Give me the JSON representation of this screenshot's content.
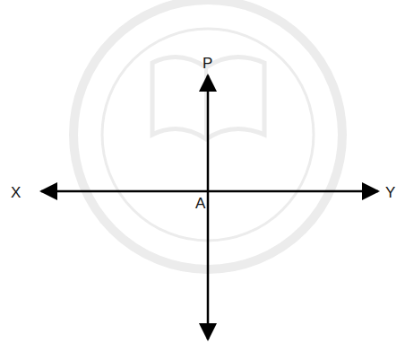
{
  "diagram": {
    "labels": [
      "P",
      "X",
      "A",
      "Y"
    ]
  }
}
